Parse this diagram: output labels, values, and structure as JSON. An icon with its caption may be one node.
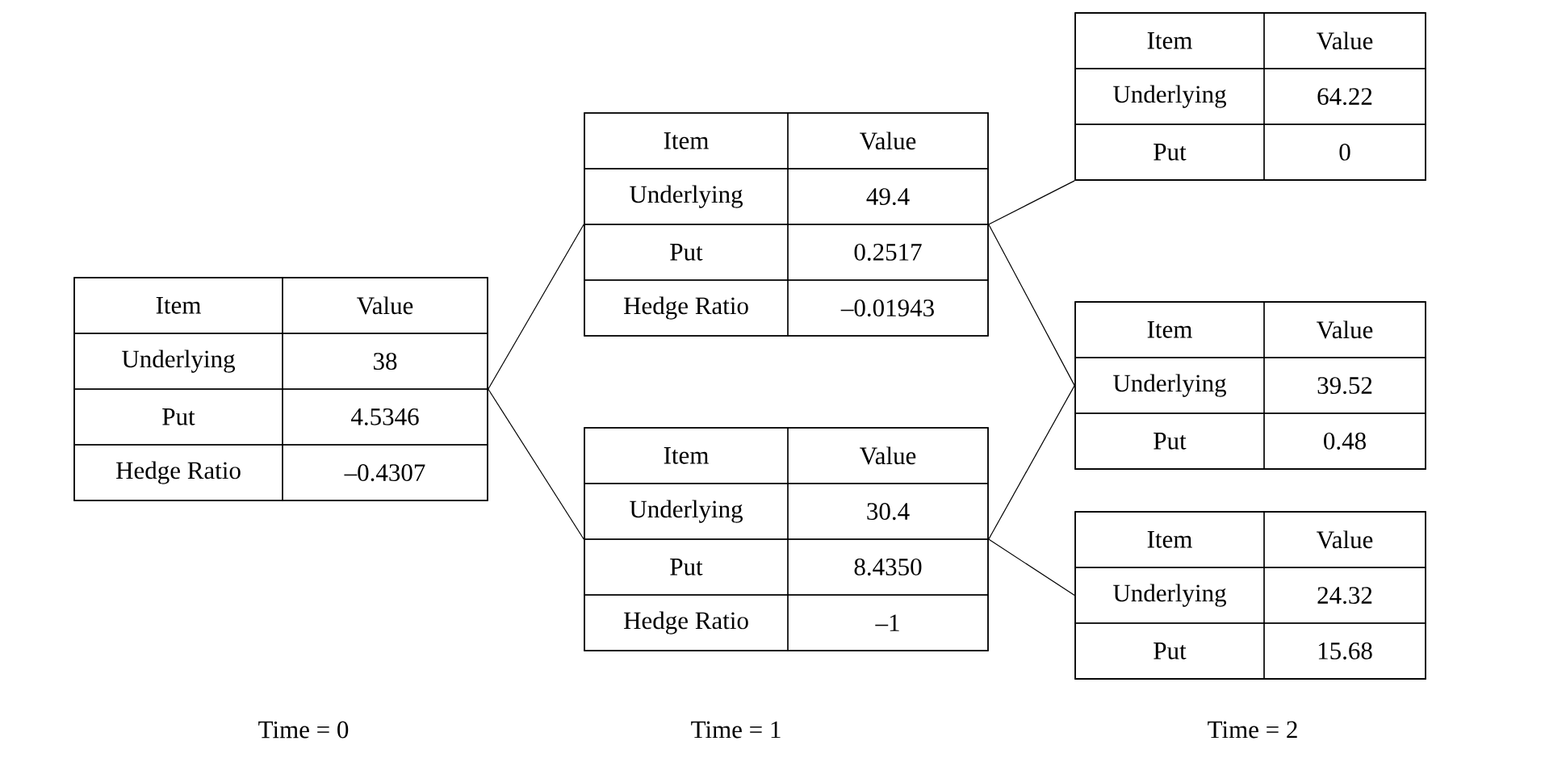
{
  "diagram": {
    "nodes": [
      {
        "text": [
          "Item",
          "Value",
          "Underlying",
          "38",
          "Put",
          "4.5346",
          "Hedge Ratio",
          "–0.4307"
        ]
      },
      {
        "text": [
          "Item",
          "Value",
          "Underlying",
          "49.4",
          "Put",
          "0.2517",
          "Hedge Ratio",
          "–0.01943"
        ]
      },
      {
        "text": [
          "Item",
          "Value",
          "Underlying",
          "30.4",
          "Put",
          "8.4350",
          "Hedge Ratio",
          "–1"
        ]
      },
      {
        "text": [
          "Item",
          "Value",
          "Underlying",
          "64.22",
          "Put",
          "0"
        ]
      },
      {
        "text": [
          "Item",
          "Value",
          "Underlying",
          "39.52",
          "Put",
          "0.48"
        ]
      },
      {
        "text": [
          "Item",
          "Value",
          "Underlying",
          "24.32",
          "Put",
          "15.68"
        ]
      }
    ],
    "edges": [
      {
        "from": 0,
        "to": 1,
        "arrow": "none"
      },
      {
        "from": 0,
        "to": 2,
        "arrow": "none"
      },
      {
        "from": 1,
        "to": 3,
        "arrow": "none"
      },
      {
        "from": 1,
        "to": 4,
        "arrow": "none"
      },
      {
        "from": 2,
        "to": 4,
        "arrow": "none"
      },
      {
        "from": 2,
        "to": 5,
        "arrow": "none"
      }
    ],
    "labels": [
      "Time = 0",
      "Time = 1",
      "Time = 2"
    ]
  }
}
